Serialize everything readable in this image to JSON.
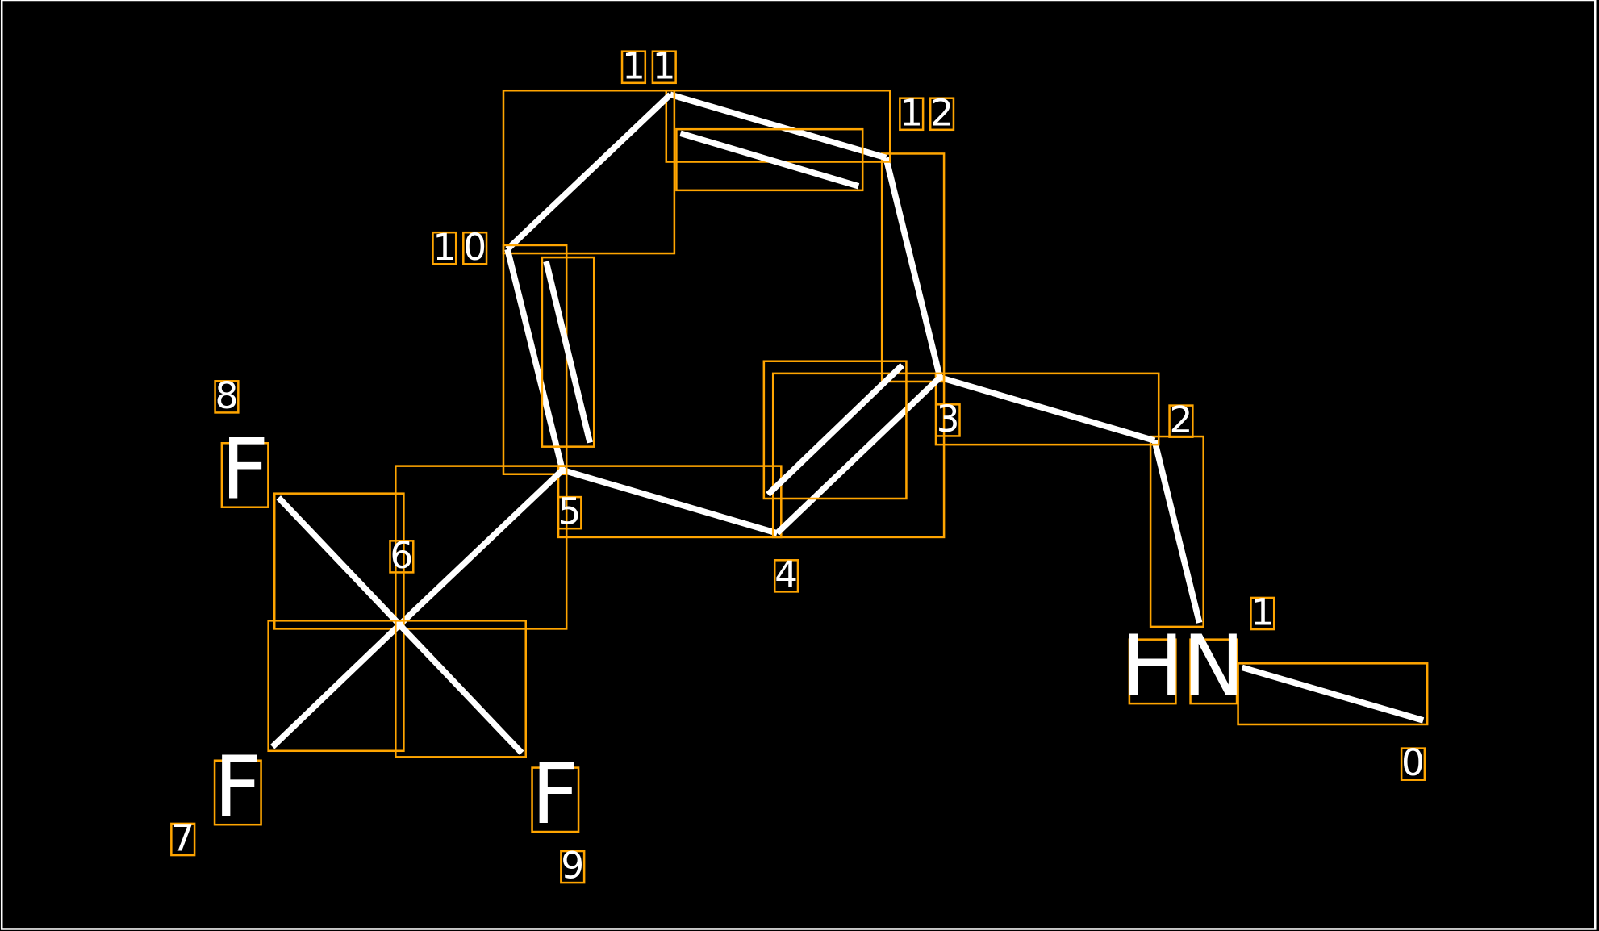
{
  "diagram": {
    "type": "molecule-annotation",
    "colors": {
      "background": "#000000",
      "bond": "#FFFFFF",
      "box": "#FFA500",
      "text": "#FFFFFF"
    },
    "index_labels": [
      "0",
      "1",
      "2",
      "3",
      "4",
      "5",
      "6",
      "7",
      "8",
      "9",
      "10",
      "11",
      "12"
    ],
    "atom_labels": [
      "F",
      "F",
      "F",
      "H",
      "N"
    ]
  }
}
